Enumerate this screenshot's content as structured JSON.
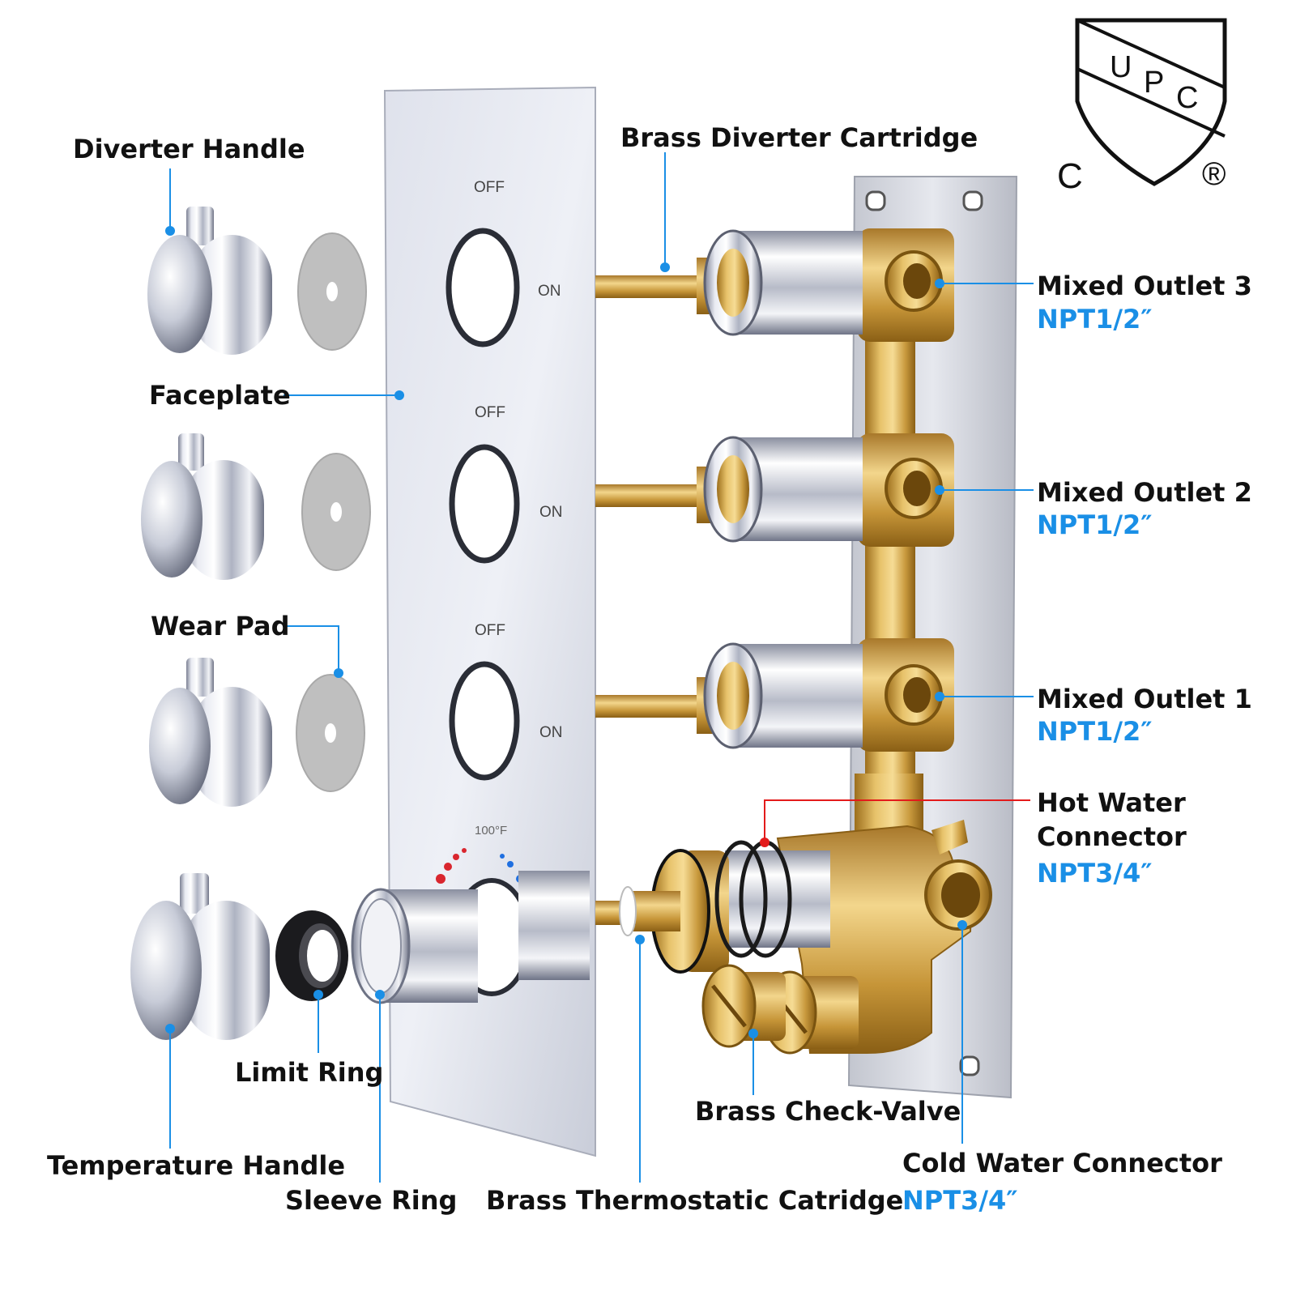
{
  "colors": {
    "accent": "#1a8fe6",
    "hot": "#e31b1b",
    "brass": "#d9aa45",
    "chrome": "#c9ccd6",
    "label": "#111111"
  },
  "labels": {
    "diverter_handle": "Diverter Handle",
    "faceplate": "Faceplate",
    "wear_pad": "Wear Pad",
    "temperature_handle": "Temperature Handle",
    "limit_ring": "Limit Ring",
    "sleeve_ring": "Sleeve Ring",
    "brass_diverter_cartridge": "Brass Diverter Cartridge",
    "mixed_outlet_3": "Mixed Outlet 3",
    "mixed_outlet_2": "Mixed Outlet 2",
    "mixed_outlet_1": "Mixed Outlet 1",
    "hot_water_connector_1": "Hot Water",
    "hot_water_connector_2": "Connector",
    "cold_water_connector": "Cold Water Connector",
    "brass_check_valve": "Brass Check-Valve",
    "brass_thermostatic_cartridge": "Brass Thermostatic Catridge"
  },
  "specs": {
    "outlet_3": "NPT1/2″",
    "outlet_2": "NPT1/2″",
    "outlet_1": "NPT1/2″",
    "hot": "NPT3/4″",
    "cold": "NPT3/4″"
  },
  "plate_text": {
    "off_1": "OFF",
    "on_1": "ON",
    "off_2": "OFF",
    "on_2": "ON",
    "off_3": "OFF",
    "on_3": "ON",
    "temp": "100°F",
    "cold_mark": "C"
  },
  "logo": {
    "letters": [
      "U",
      "P",
      "C"
    ],
    "c_mark": "C",
    "registered": "®"
  }
}
